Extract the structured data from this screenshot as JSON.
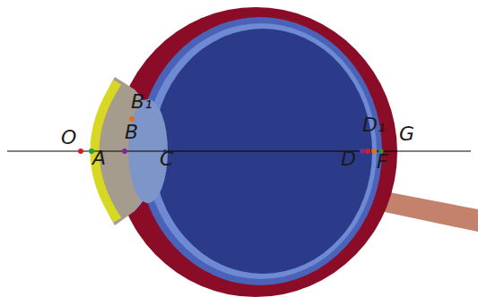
{
  "diagram": {
    "labels": [
      "O",
      "A",
      "B₁",
      "B",
      "C",
      "D₁",
      "G",
      "D",
      "F"
    ]
  }
}
